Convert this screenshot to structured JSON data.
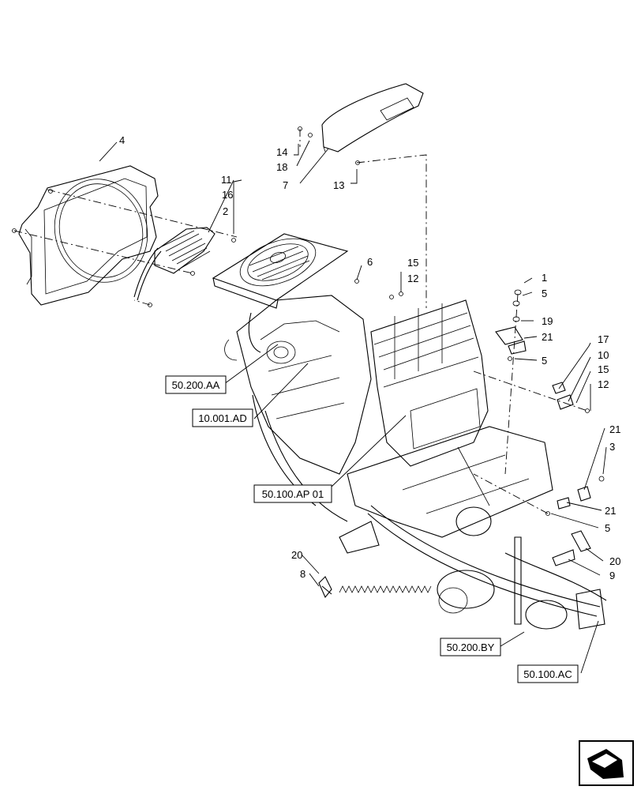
{
  "callouts": {
    "c1": "1",
    "c2": "2",
    "c3": "3",
    "c4": "4",
    "c5a": "5",
    "c5b": "5",
    "c5c": "5",
    "c6": "6",
    "c7": "7",
    "c8": "8",
    "c9": "9",
    "c10": "10",
    "c11": "11",
    "c12a": "12",
    "c12b": "12",
    "c13": "13",
    "c14": "14",
    "c15a": "15",
    "c15b": "15",
    "c16": "16",
    "c17": "17",
    "c18": "18",
    "c19": "19",
    "c20a": "20",
    "c20b": "20",
    "c21a": "21",
    "c21b": "21",
    "c21c": "21"
  },
  "references": {
    "r1": "50.200.AA",
    "r2": "10.001.AD",
    "r3": "50.100.AP 01",
    "r4": "50.200.BY",
    "r5": "50.100.AC"
  },
  "icons": {
    "nav": "next-page-arrow-icon"
  }
}
